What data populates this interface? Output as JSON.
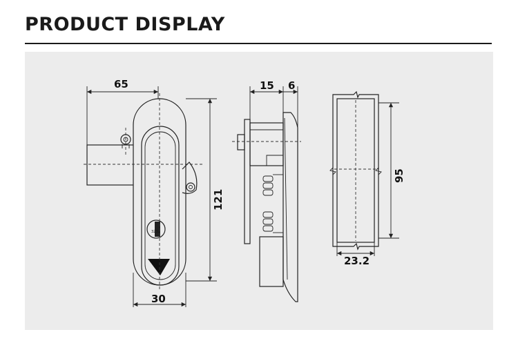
{
  "title": "PRODUCT DISPLAY",
  "dimensions": {
    "front_width_total": "65",
    "front_height": "121",
    "front_width": "30",
    "side_depth": "15",
    "side_offset": "6",
    "back_height": "95",
    "back_width": "23.2"
  },
  "key_label": "3232",
  "colors": {
    "panel_bg": "#ececec",
    "line": "#222222",
    "rule": "#1a1a1a"
  }
}
